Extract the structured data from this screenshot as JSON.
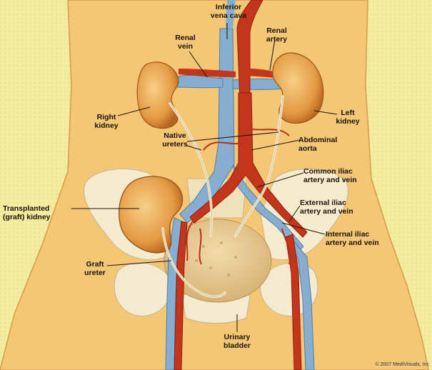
{
  "labels": {
    "ivc": [
      "Inferior",
      "vena cava"
    ],
    "renal_vein": [
      "Renal",
      "vein"
    ],
    "renal_artery": [
      "Renal",
      "artery"
    ],
    "right_kidney": [
      "Right",
      "kidney"
    ],
    "left_kidney": [
      "Left",
      "kidney"
    ],
    "native_ureters": [
      "Native",
      "ureters"
    ],
    "abdominal_aorta": [
      "Abdominal",
      "aorta"
    ],
    "common_iliac": [
      "Common iliac",
      "artery and vein"
    ],
    "transplanted_kidney": [
      "Transplanted",
      "(graft) kidney"
    ],
    "external_iliac": [
      "External iliac",
      "artery and vein"
    ],
    "internal_iliac": [
      "Internal iliac",
      "artery and vein"
    ],
    "graft_ureter": [
      "Graft",
      "ureter"
    ],
    "urinary_bladder": [
      "Urinary",
      "bladder"
    ]
  },
  "copyright": "© 2007 MediVisuals, Inc",
  "colors": {
    "background": "#f3ec9c",
    "body": "#f4c777",
    "bone": "#f5ecd0",
    "kidney": "#e9a24a",
    "artery": "#c4361c",
    "vein": "#86aed0",
    "ureter": "#f4eed7"
  }
}
